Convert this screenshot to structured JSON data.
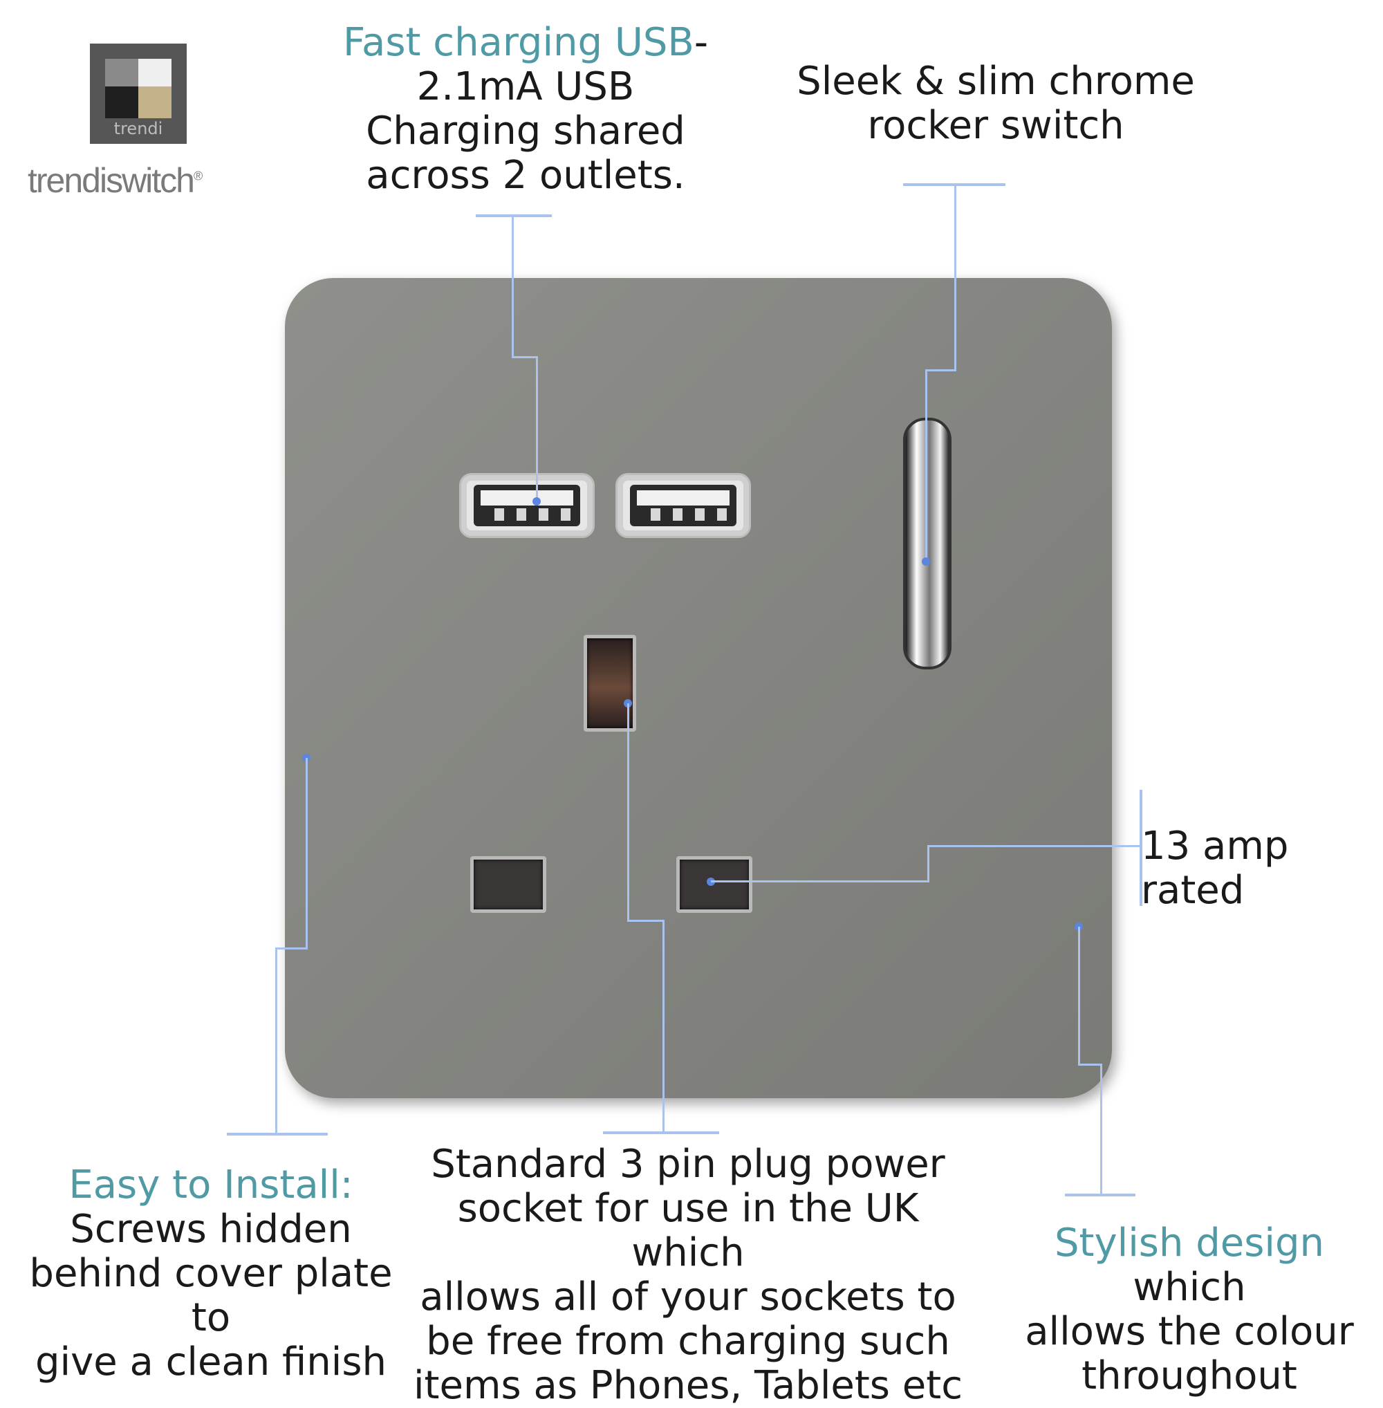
{
  "logo": {
    "brand": "trendiswitch",
    "sub": "trendi",
    "mark": "®"
  },
  "colors": {
    "accent": "#4f9aa4",
    "plate": "#84857f",
    "leader": "#a9c3ee",
    "dot": "#5a86e0"
  },
  "callouts": {
    "usb": {
      "accent": "Fast charging USB",
      "dash": "-",
      "lines": [
        "2.1mA USB",
        "Charging shared",
        "across 2 outlets."
      ]
    },
    "switch": {
      "lines": [
        "Sleek & slim chrome",
        "rocker switch"
      ]
    },
    "amp": {
      "text": "13 amp rated"
    },
    "install": {
      "accent": "Easy to Install:",
      "lines": [
        "Screws hidden",
        "behind cover plate to",
        "give a clean finish"
      ]
    },
    "socket": {
      "lines": [
        "Standard 3 pin plug power",
        "socket for use in the UK which",
        "allows all of your sockets to",
        "be free from charging such",
        "items as Phones, Tablets etc"
      ]
    },
    "design": {
      "accent": "Stylish design",
      "rest": " which",
      "lines": [
        "allows the colour",
        "throughout"
      ]
    }
  }
}
